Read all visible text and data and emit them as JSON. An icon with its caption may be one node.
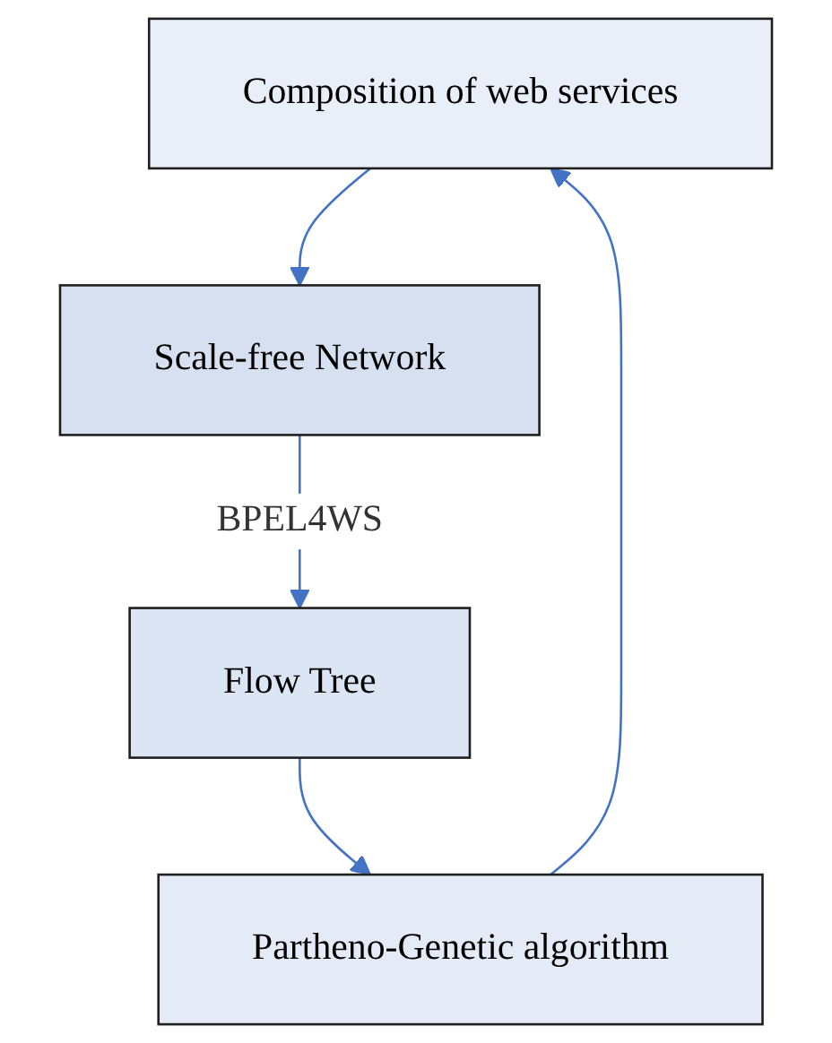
{
  "diagram": {
    "nodes": [
      {
        "text": [
          "Composition of web services"
        ]
      },
      {
        "text": [
          "Scale-free Network"
        ]
      },
      {
        "text": [
          "Flow Tree"
        ]
      },
      {
        "text": [
          "Partheno-Genetic algorithm"
        ]
      }
    ],
    "edges": [
      {
        "from": 0,
        "to": 1,
        "arrow": "to"
      },
      {
        "from": 1,
        "to": 2,
        "arrow": "to",
        "label": "BPEL4WS"
      },
      {
        "from": 2,
        "to": 3,
        "arrow": "to"
      },
      {
        "from": 3,
        "to": 0,
        "arrow": "to"
      }
    ]
  }
}
